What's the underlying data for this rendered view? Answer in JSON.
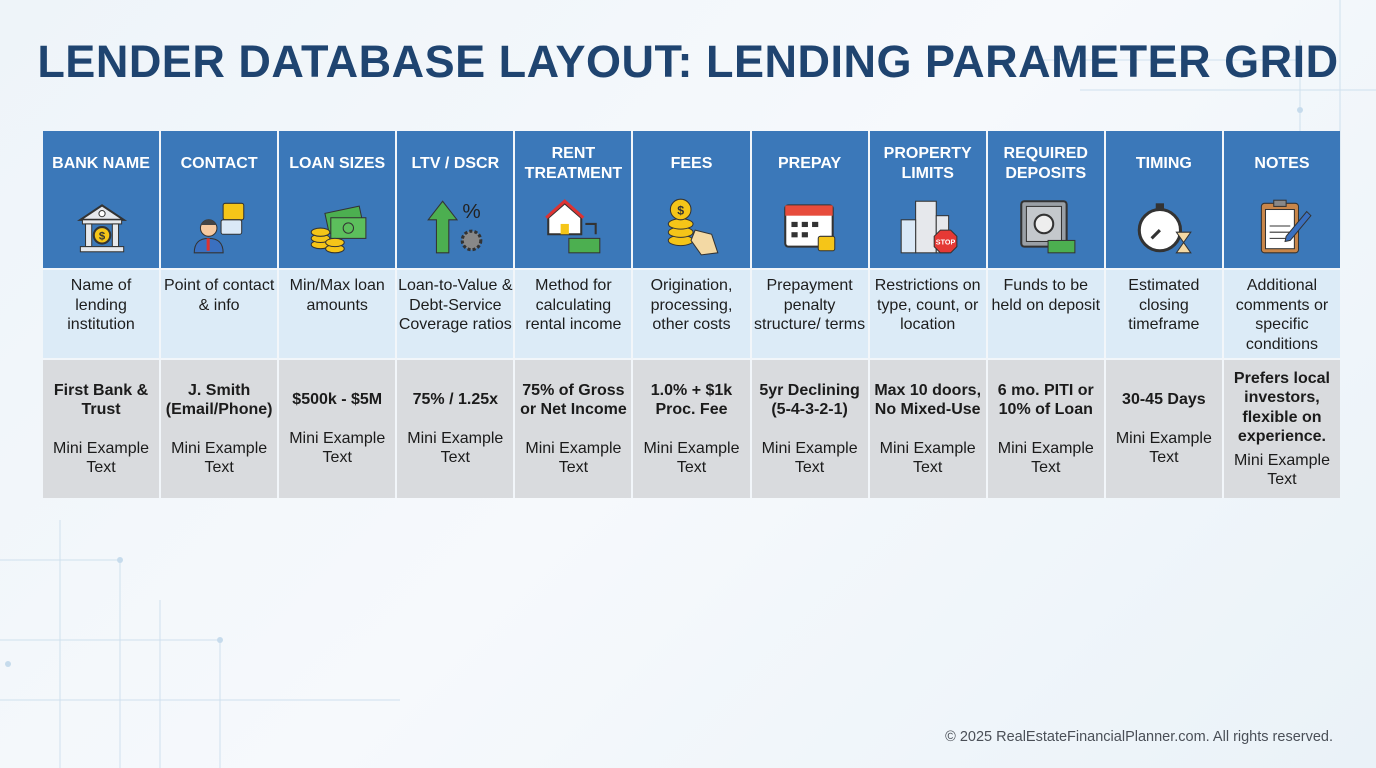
{
  "title": "LENDER DATABASE LAYOUT: LENDING PARAMETER GRID",
  "columns": [
    {
      "header": "BANK NAME",
      "icon": "bank-icon",
      "desc": "Name of lending institution",
      "example": "First Bank & Trust",
      "mini": "Mini Example Text"
    },
    {
      "header": "CONTACT",
      "icon": "contact-person-icon",
      "desc": "Point of contact & info",
      "example": "J. Smith (Email/Phone)",
      "mini": "Mini Example Text"
    },
    {
      "header": "LOAN SIZES",
      "icon": "money-stack-icon",
      "desc": "Min/Max loan amounts",
      "example": "$500k - $5M",
      "mini": "Mini Example Text"
    },
    {
      "header": "LTV / DSCR",
      "icon": "arrow-percent-gear-icon",
      "desc": "Loan-to-Value & Debt-Service Coverage ratios",
      "example": "75% / 1.25x",
      "mini": "Mini Example Text"
    },
    {
      "header": "RENT TREATMENT",
      "icon": "house-cash-icon",
      "desc": "Method for calculating rental income",
      "example": "75% of Gross or Net Income",
      "mini": "Mini Example Text"
    },
    {
      "header": "FEES",
      "icon": "coins-tag-icon",
      "desc": "Origination, processing, other costs",
      "example": "1.0% + $1k Proc. Fee",
      "mini": "Mini Example Text"
    },
    {
      "header": "PREPAY",
      "icon": "calendar-lock-icon",
      "desc": "Prepayment penalty structure/ terms",
      "example": "5yr Declining (5-4-3-2-1)",
      "mini": "Mini Example Text"
    },
    {
      "header": "PROPERTY LIMITS",
      "icon": "buildings-stop-icon",
      "desc": "Restrictions on type, count, or location",
      "example": "Max 10 doors, No Mixed-Use",
      "mini": "Mini Example Text"
    },
    {
      "header": "REQUIRED DEPOSITS",
      "icon": "safe-icon",
      "desc": "Funds to be held on deposit",
      "example": "6 mo. PITI or 10% of Loan",
      "mini": "Mini Example Text"
    },
    {
      "header": "TIMING",
      "icon": "stopwatch-hourglass-icon",
      "desc": "Estimated closing timeframe",
      "example": "30-45 Days",
      "mini": "Mini Example Text"
    },
    {
      "header": "NOTES",
      "icon": "clipboard-pen-icon",
      "desc": "Additional comments or specific conditions",
      "example": "Prefers local investors, flexible on experience.",
      "mini": "Mini Example Text"
    }
  ],
  "footer": "© 2025 RealEstateFinancialPlanner.com. All rights reserved."
}
